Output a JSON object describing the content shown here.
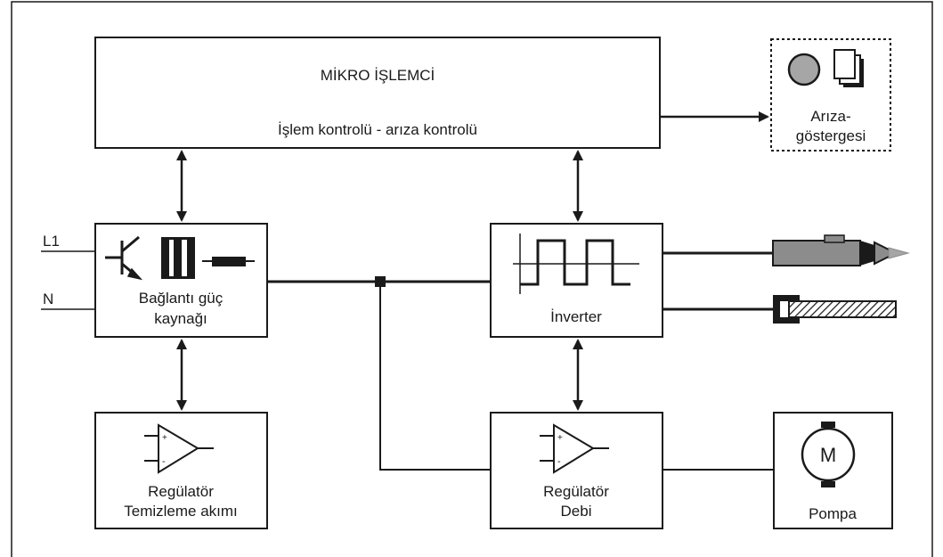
{
  "micro": {
    "title": "MİKRO İŞLEMCİ",
    "subtitle": "İşlem kontrolü - arıza kontrolü"
  },
  "fault_display": {
    "line1": "Arıza-",
    "line2": "göstergesi"
  },
  "inputs": {
    "l1": "L1",
    "n": "N"
  },
  "power_supply": {
    "line1": "Bağlantı güç",
    "line2": "kaynağı"
  },
  "inverter": {
    "label": "İnverter"
  },
  "regulator_current": {
    "line1": "Regülatör",
    "line2": "Temizleme akımı"
  },
  "regulator_flow": {
    "line1": "Regülatör",
    "line2": "Debi"
  },
  "pump": {
    "symbol": "M",
    "label": "Pompa"
  },
  "opamp": {
    "plus": "+",
    "minus": "-"
  },
  "colors": {
    "line": "#1a1a1a",
    "gray_fill": "#8c8c8c",
    "light_gray": "#a6a6a6"
  }
}
